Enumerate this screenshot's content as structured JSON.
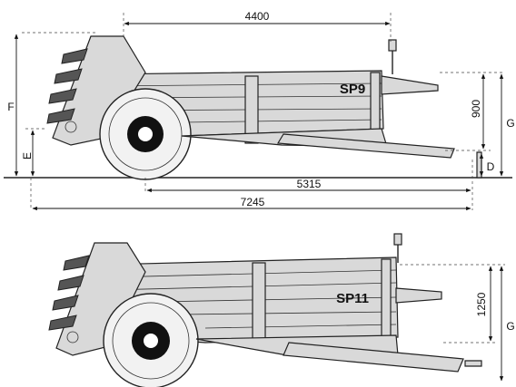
{
  "models": [
    {
      "name": "SP9",
      "dimensions": {
        "top_length": "4400",
        "axle_length": "5315",
        "total_length": "7245",
        "side_height": "900",
        "letter_f": "F",
        "letter_e": "E",
        "letter_g": "G",
        "letter_d": "D"
      }
    },
    {
      "name": "SP11",
      "dimensions": {
        "side_height": "1250",
        "letter_g": "G"
      }
    }
  ]
}
